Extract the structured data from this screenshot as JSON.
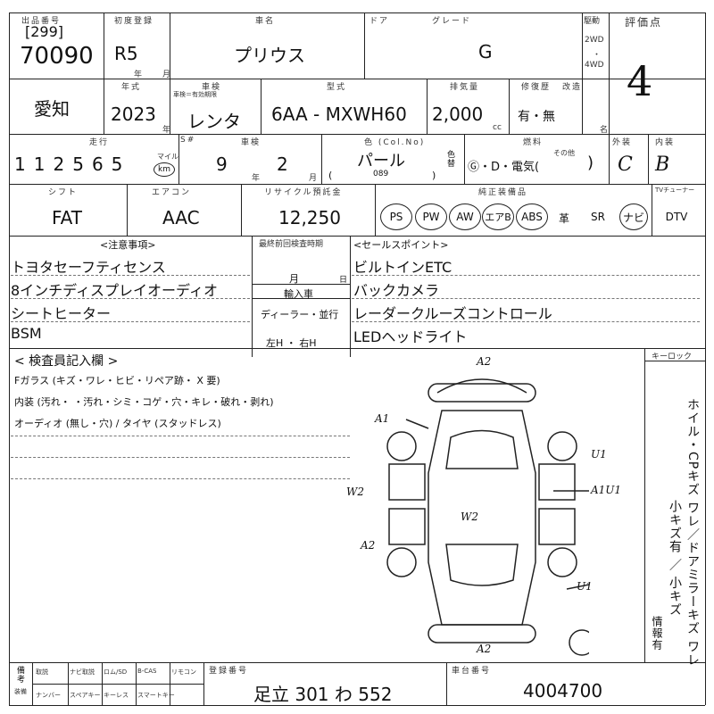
{
  "header": {
    "lot_label": "出品番号",
    "lot_prefix": "[299]",
    "lot_number": "70090",
    "reg_label": "初度登録",
    "reg_year": "R5",
    "reg_year_unit": "年",
    "reg_month_unit": "月",
    "name_label": "車名",
    "car_name": "プリウス",
    "door_label": "ドア",
    "grade_label": "グレード",
    "grade": "G",
    "drive_label": "駆動",
    "drive_2wd": "2WD",
    "drive_4wd": "4WD",
    "score_label": "評価点",
    "score": "4"
  },
  "row2": {
    "region": "愛知",
    "year_label": "年式",
    "year": "2023",
    "year_unit": "年",
    "inspection_label": "車検",
    "inspection_sub": "車検＝有効期限",
    "inspection_value": "レンタ",
    "model_label": "型式",
    "model_value": "6AA - MXWH60",
    "displacement_label": "排気量",
    "displacement": "2,000",
    "displacement_unit": "cc",
    "repair_label": "修復歴",
    "repair_value": "有・無",
    "renovation_label": "改造",
    "renovation_unit": "名"
  },
  "row3": {
    "mileage_label": "走行",
    "mileage_digits": [
      "1",
      "1",
      "2",
      "5",
      "6",
      "5"
    ],
    "mileage_unit_top": "マイル",
    "mileage_unit_circle": "km",
    "meter_label": "S#",
    "recall_label": "車検",
    "recall_year": "9",
    "recall_year_unit": "年",
    "recall_month": "2",
    "recall_month_unit": "月",
    "color_label": "色 (Col.No)",
    "color": "パール",
    "color_code": "089",
    "color_change": "色替",
    "fuel_label": "燃料",
    "fuel_options": "Ⓖ・D・電気(",
    "fuel_other": "その他",
    "fuel_close": ")",
    "exterior_label": "外装",
    "exterior": "C",
    "interior_label": "内装",
    "interior": "B"
  },
  "row4": {
    "shift_label": "シフト",
    "shift": "FAT",
    "aircon_label": "エアコン",
    "aircon": "AAC",
    "recycle_label": "リサイクル預託金",
    "recycle": "12,250",
    "equip_label": "純正装備品",
    "equipment": [
      {
        "label": "PS",
        "circled": true
      },
      {
        "label": "PW",
        "circled": true
      },
      {
        "label": "AW",
        "circled": true
      },
      {
        "label": "エアB",
        "circled": true
      },
      {
        "label": "ABS",
        "circled": true
      },
      {
        "label": "革",
        "circled": false
      },
      {
        "label": "SR",
        "circled": false
      },
      {
        "label": "ナビ",
        "circled": true
      },
      {
        "label": "DTV",
        "circled": false
      }
    ],
    "tv_label": "TVチューナー"
  },
  "notes": {
    "notes_label": "<注意事項>",
    "notes": [
      "トヨタセーフティセンス",
      "8インチディスプレイオーディオ",
      "シートヒーター",
      "BSM"
    ],
    "bottom_record_label": "最終前回検査時期",
    "month_unit": "月",
    "day_unit": "日",
    "import_label": "輸入車",
    "import_options": "ディーラー・並行",
    "handle_options": "左H ・ 右H",
    "sales_label": "<セールスポイント>",
    "sales_points": [
      "ビルトインETC",
      "バックカメラ",
      "レーダークルーズコントロール",
      "LEDヘッドライト"
    ]
  },
  "inspector": {
    "title": "< 検査員記入欄 >",
    "glass_line": "Fガラス (キズ・ワレ・ヒビ・リペア跡・ X 要)",
    "interior_line": "内装 (汚れ・ ・汚れ・シミ・コゲ・穴・キレ・破れ・剥れ)",
    "audio_line": "オーディオ (無し・穴) / タイヤ (スタッドレス)",
    "key_label": "キーロック",
    "side_note": "ホイル・CPキズ ワレ／ドアミラーキズ ワレ",
    "side_note2": "小キズ有 ／ 小キズ",
    "side_note3": "情報有"
  },
  "diagram_marks": [
    "A2",
    "A1",
    "U1",
    "A1U1",
    "W2",
    "W2",
    "A2",
    "U1",
    "A2"
  ],
  "footer": {
    "col_labels_top": [
      "装備",
      "取説",
      "ナビ取説",
      "ロム/SD",
      "B-CAS",
      "リモコン"
    ],
    "col_labels_bottom": [
      "ナンバー",
      "スペアキー",
      "キーレス",
      "スマートキー"
    ],
    "side_label": "備考",
    "plate_label": "登録番号",
    "plate": "足立 301 わ 552",
    "chassis_label": "車台番号",
    "chassis": "4004700"
  }
}
